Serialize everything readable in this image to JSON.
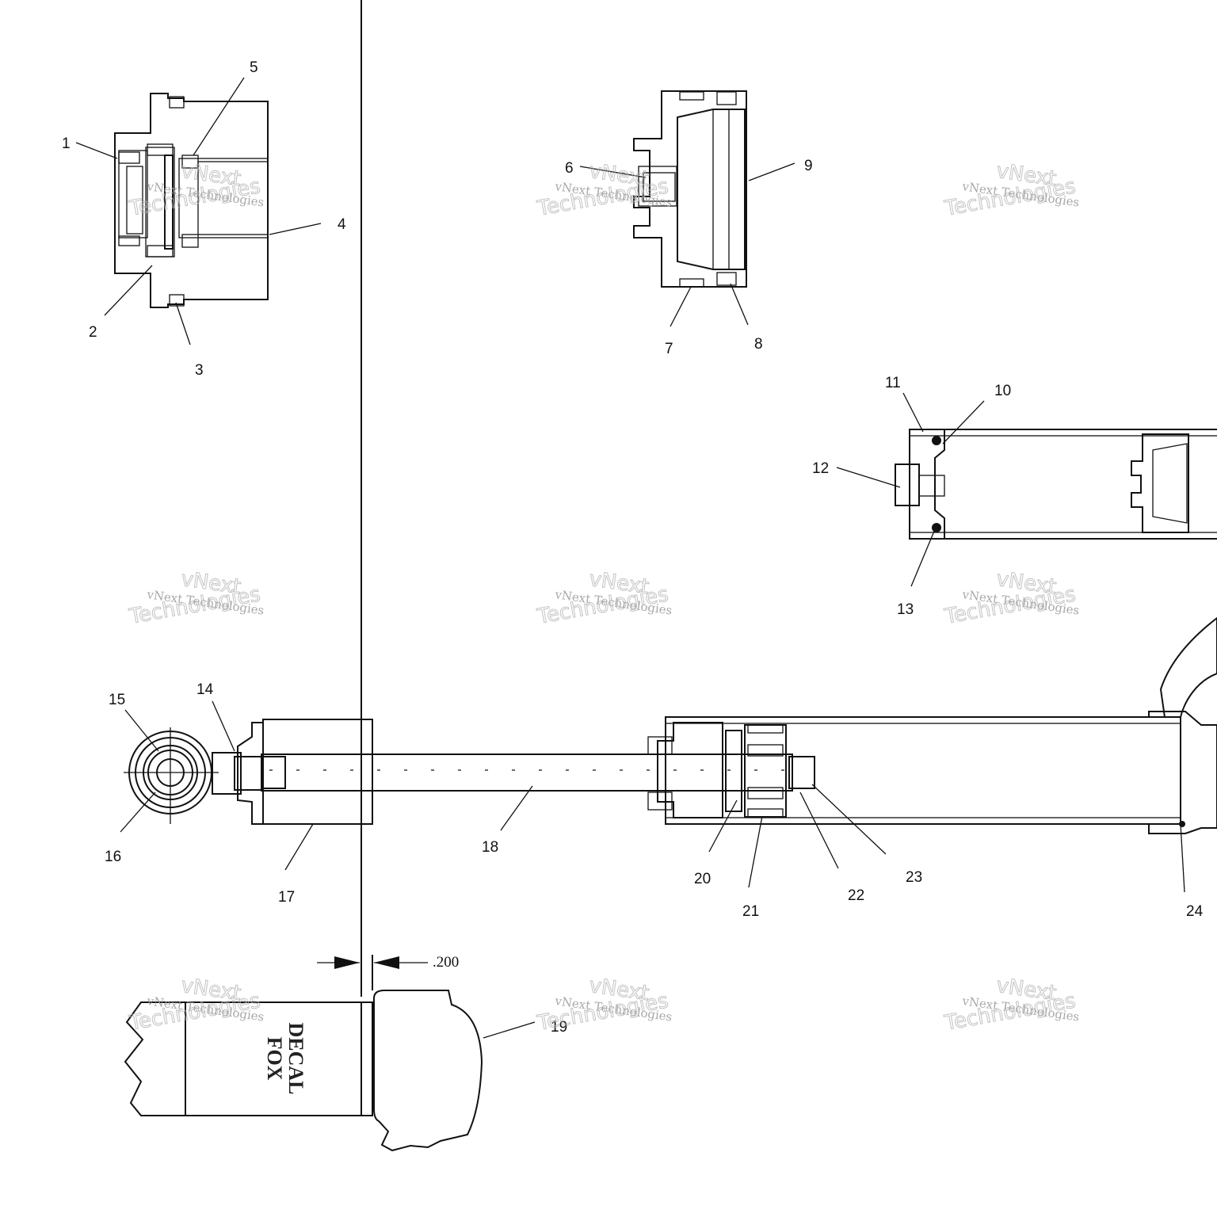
{
  "callouts": [
    {
      "n": "1"
    },
    {
      "n": "2"
    },
    {
      "n": "3"
    },
    {
      "n": "4"
    },
    {
      "n": "5"
    },
    {
      "n": "6"
    },
    {
      "n": "7"
    },
    {
      "n": "8"
    },
    {
      "n": "9"
    },
    {
      "n": "10"
    },
    {
      "n": "11"
    },
    {
      "n": "12"
    },
    {
      "n": "13"
    },
    {
      "n": "14"
    },
    {
      "n": "15"
    },
    {
      "n": "16"
    },
    {
      "n": "17"
    },
    {
      "n": "18"
    },
    {
      "n": "19"
    },
    {
      "n": "20"
    },
    {
      "n": "21"
    },
    {
      "n": "22"
    },
    {
      "n": "23"
    },
    {
      "n": "24"
    }
  ],
  "dimension": ".200",
  "decal": {
    "line1": "FOX",
    "line2": "DECAL"
  },
  "watermark": {
    "line1": "vNext Technologies",
    "line2": "vNext",
    "line3": "Technologies"
  },
  "colors": {
    "ink": "#111111",
    "watermark": "#9a9a9a",
    "background": "#ffffff"
  }
}
